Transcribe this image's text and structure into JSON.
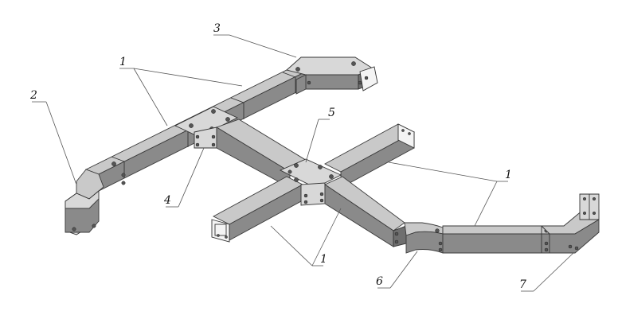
{
  "labels": {
    "l1a": "1",
    "l1b": "1",
    "l1c": "1",
    "l2": "2",
    "l3": "3",
    "l4": "4",
    "l5": "5",
    "l6": "6",
    "l7": "7"
  }
}
